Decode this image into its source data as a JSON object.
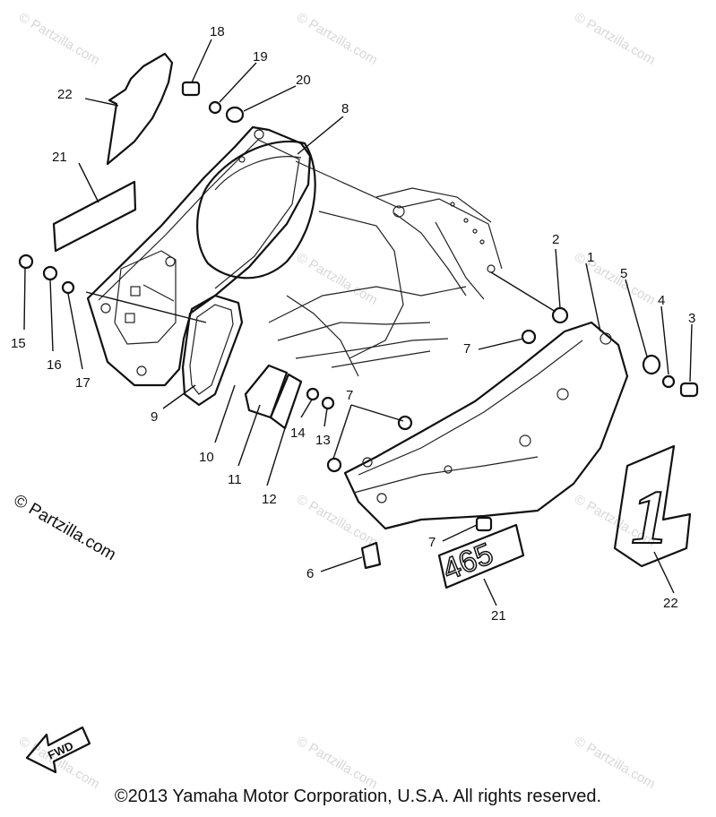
{
  "watermark": {
    "text": "© Partzilla.com",
    "side_text": "© Partzilla.com"
  },
  "callouts": [
    "1",
    "2",
    "3",
    "4",
    "5",
    "6",
    "7",
    "7",
    "7",
    "8",
    "9",
    "10",
    "11",
    "12",
    "13",
    "14",
    "15",
    "16",
    "17",
    "18",
    "19",
    "20",
    "21",
    "21",
    "22",
    "22"
  ],
  "decals": {
    "number_plate": "1",
    "badge": "465",
    "arrow": "FWD"
  },
  "copyright": "©2013  Yamaha Motor Corporation, U.S.A. All rights reserved."
}
